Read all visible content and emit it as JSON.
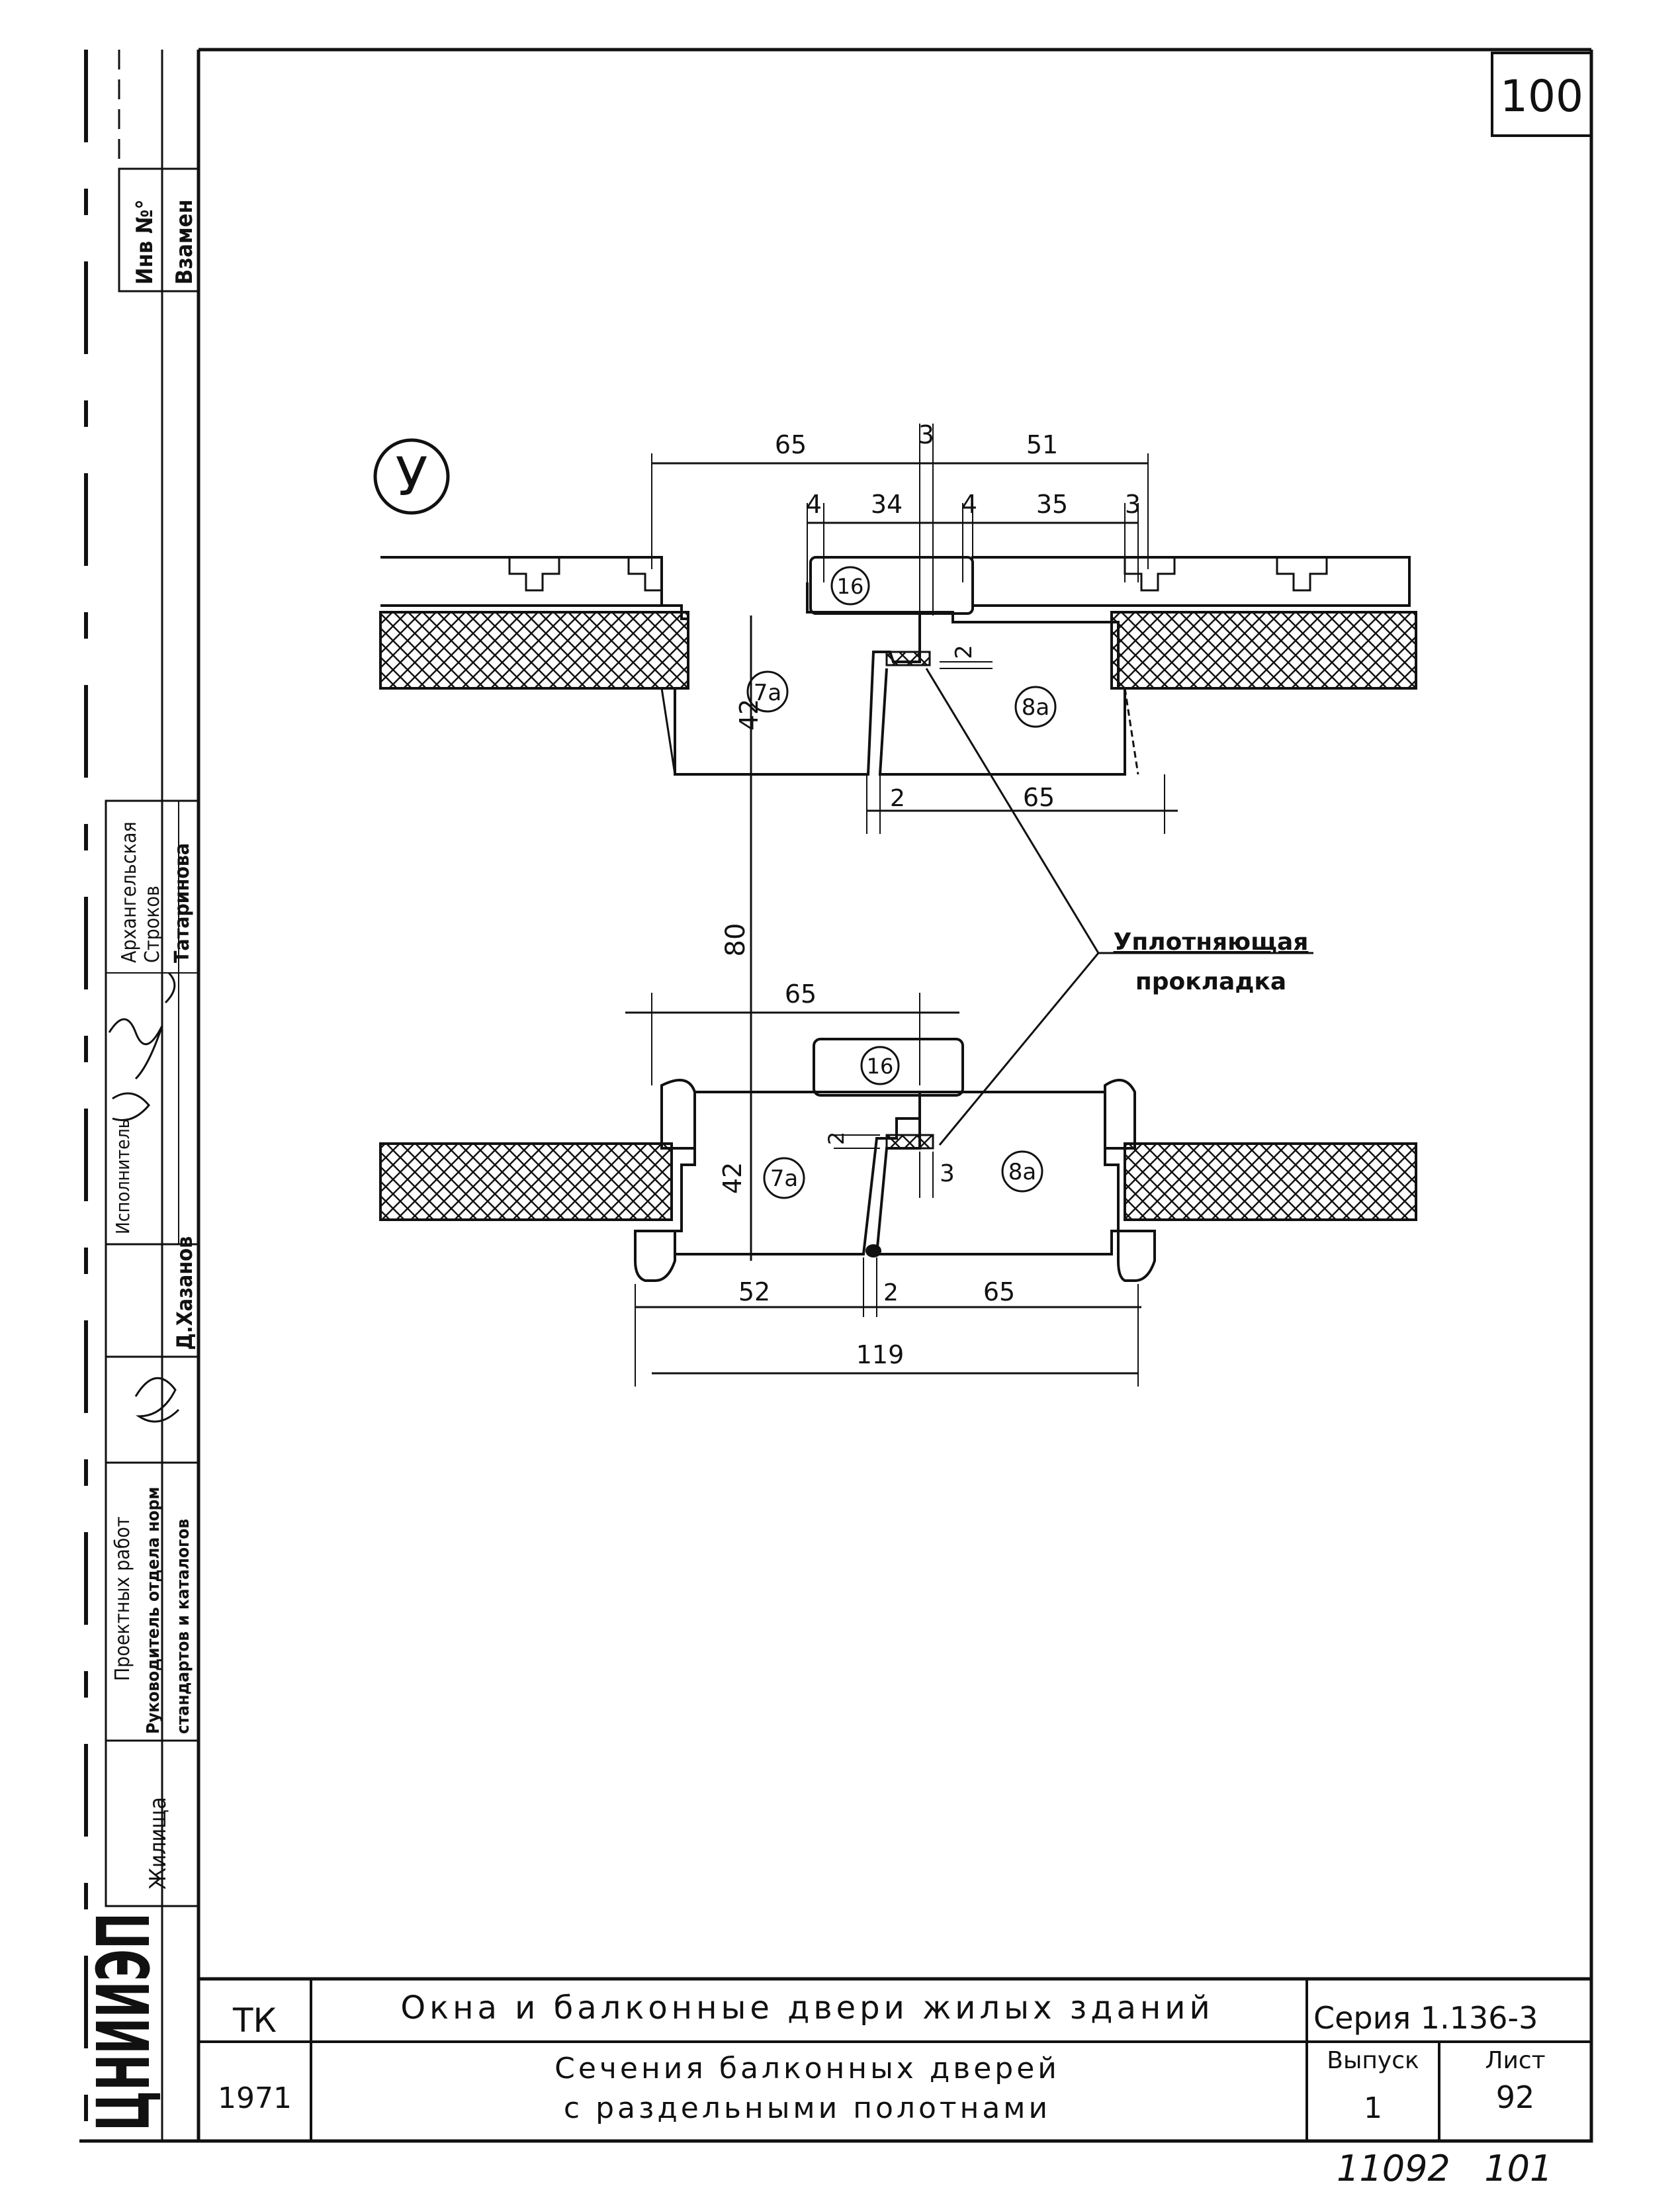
{
  "sheet_number": "100",
  "side_stamp": {
    "inv_no": "Инв №°",
    "replaced": "Взамен"
  },
  "staff": {
    "executor_label": "Исполнитель",
    "names": [
      "Архангельская",
      "Строков",
      "Татаринова"
    ],
    "head_name": "Д.Хазанов"
  },
  "organization": {
    "dept": "Проектных работ",
    "head_line1": "Руководитель отдела норм",
    "head_line2": "стандартов и каталогов",
    "housing": "Жилища",
    "institute": "ЦНИИЭП"
  },
  "detail": {
    "marker": "У",
    "top_dims": [
      "65",
      "3",
      "51",
      "4",
      "34",
      "4",
      "35",
      "3"
    ],
    "top_side_dims": [
      "42",
      "2",
      "2",
      "65"
    ],
    "parts": [
      "16",
      "7а",
      "8а",
      "16",
      "7а",
      "8а"
    ],
    "vertical_dim": "80",
    "seal_label_line1": "Уплотняющая",
    "seal_label_line2": "прокладка",
    "bottom_dims": [
      "65",
      "2",
      "42",
      "3",
      "52",
      "2",
      "65",
      "119"
    ]
  },
  "title_block": {
    "org_code": "ТК",
    "year": "1971",
    "main_title": "Окна и балконные двери жилых зданий",
    "subtitle_line1": "Сечения балконных дверей",
    "subtitle_line2": "с раздельными полотнами",
    "series": "Серия 1.136-3",
    "issue_label": "Выпуск",
    "issue_value": "1",
    "sheet_label": "Лист",
    "sheet_value": "92"
  },
  "footer_note": "11092   101"
}
